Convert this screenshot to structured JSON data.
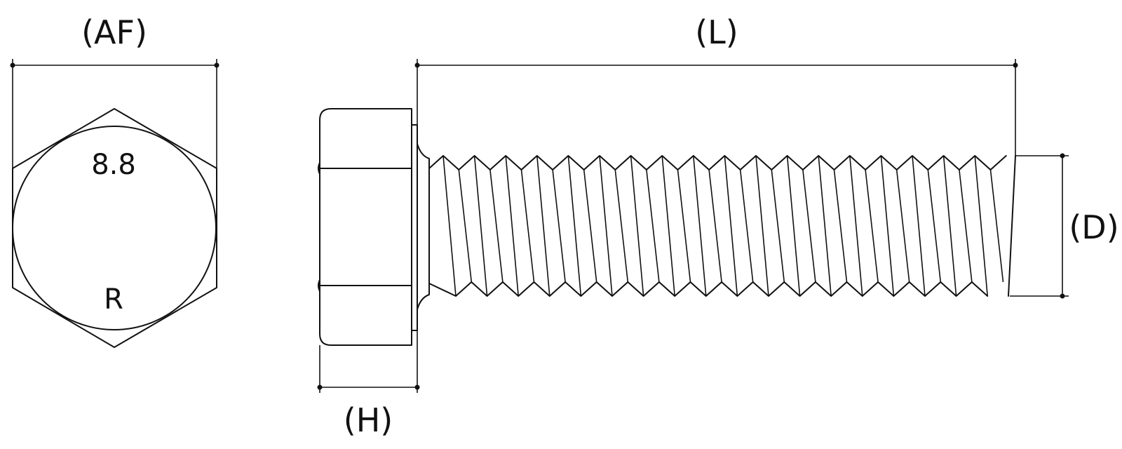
{
  "head_view": {
    "grade_marking": "8.8",
    "maker_marking": "R"
  },
  "dimensions": {
    "across_flats": "(AF)",
    "length": "(L)",
    "head_height": "(H)",
    "diameter": "(D)"
  },
  "colors": {
    "line": "#111111",
    "background": "#ffffff"
  }
}
